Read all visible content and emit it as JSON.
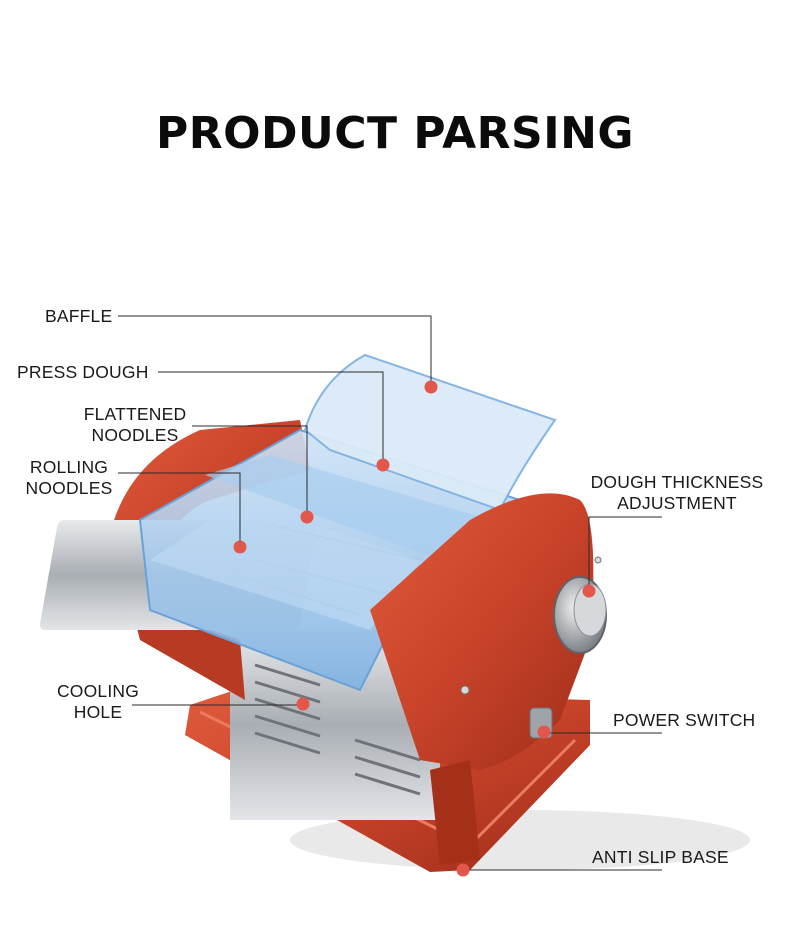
{
  "title": "PRODUCT PARSING",
  "labels": {
    "baffle": "BAFFLE",
    "press_dough": "PRESS DOUGH",
    "flattened_noodles": [
      "FLATTENED",
      "NOODLES"
    ],
    "rolling_noodles": [
      "ROLLING",
      "NOODLES"
    ],
    "dough_thickness": [
      "DOUGH THICKNESS",
      "ADJUSTMENT"
    ],
    "cooling_hole": [
      "COOLING",
      "HOLE"
    ],
    "power_switch": "POWER SWITCH",
    "anti_slip_base": "ANTI SLIP BASE"
  },
  "colors": {
    "body_red": "#c9432a",
    "cover_blue": "#9fc6ea",
    "callout_dot": "#e2574c",
    "steel": "#c8ccd1"
  }
}
